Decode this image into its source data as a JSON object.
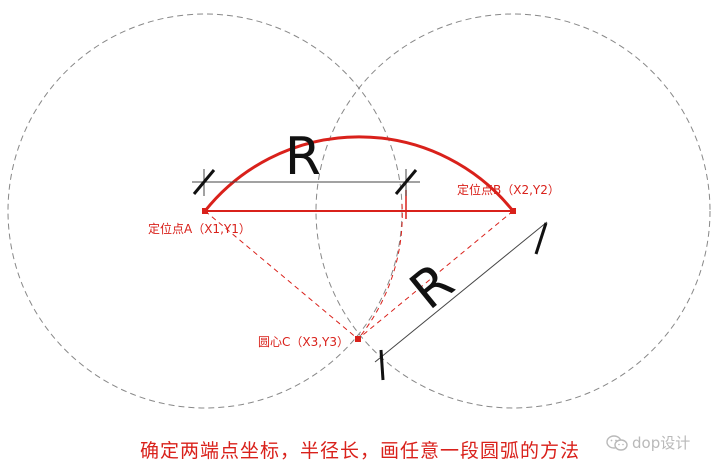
{
  "colors": {
    "accent": "#d9211b",
    "ink": "#111111",
    "circle": "#888888",
    "watermark": "#b9b9b9"
  },
  "labels": {
    "radius_top": "R",
    "radius_right": "R",
    "point_a": "定位点A（X1,Y1）",
    "point_b": "定位点B（X2,Y2）",
    "center_c": "圆心C（X3,Y3）"
  },
  "caption": "确定两端点坐标，半径长，画任意一段圆弧的方法",
  "watermark": {
    "icon": "wechat-icon",
    "text": "dop设计"
  }
}
